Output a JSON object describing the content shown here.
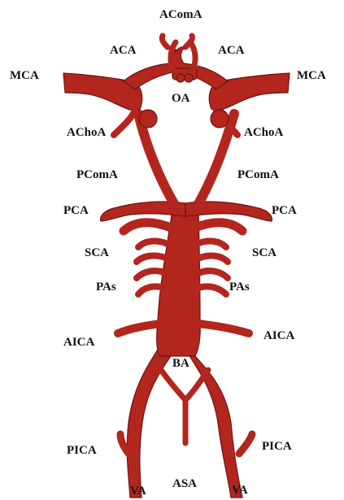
{
  "colors": {
    "artery": "#b3261e",
    "artery_dark": "#7a1712",
    "highlight": "#d9534a",
    "background": "#ffffff"
  },
  "labels": {
    "acoma": "AComA",
    "aca_left": "ACA",
    "aca_right": "ACA",
    "mca_left": "MCA",
    "mca_right": "MCA",
    "oa": "OA",
    "achoa_left": "AChoA",
    "achoa_right": "AChoA",
    "pcoma_left": "PComA",
    "pcoma_right": "PComA",
    "pca_left": "PCA",
    "pca_right": "PCA",
    "sca_left": "SCA",
    "sca_right": "SCA",
    "pas_left": "PAs",
    "pas_right": "PAs",
    "aica_left": "AICA",
    "aica_right": "AICA",
    "ba": "BA",
    "pica_left": "PICA",
    "pica_right": "PICA",
    "va_left": "VA",
    "va_right": "VA",
    "asa": "ASA"
  }
}
